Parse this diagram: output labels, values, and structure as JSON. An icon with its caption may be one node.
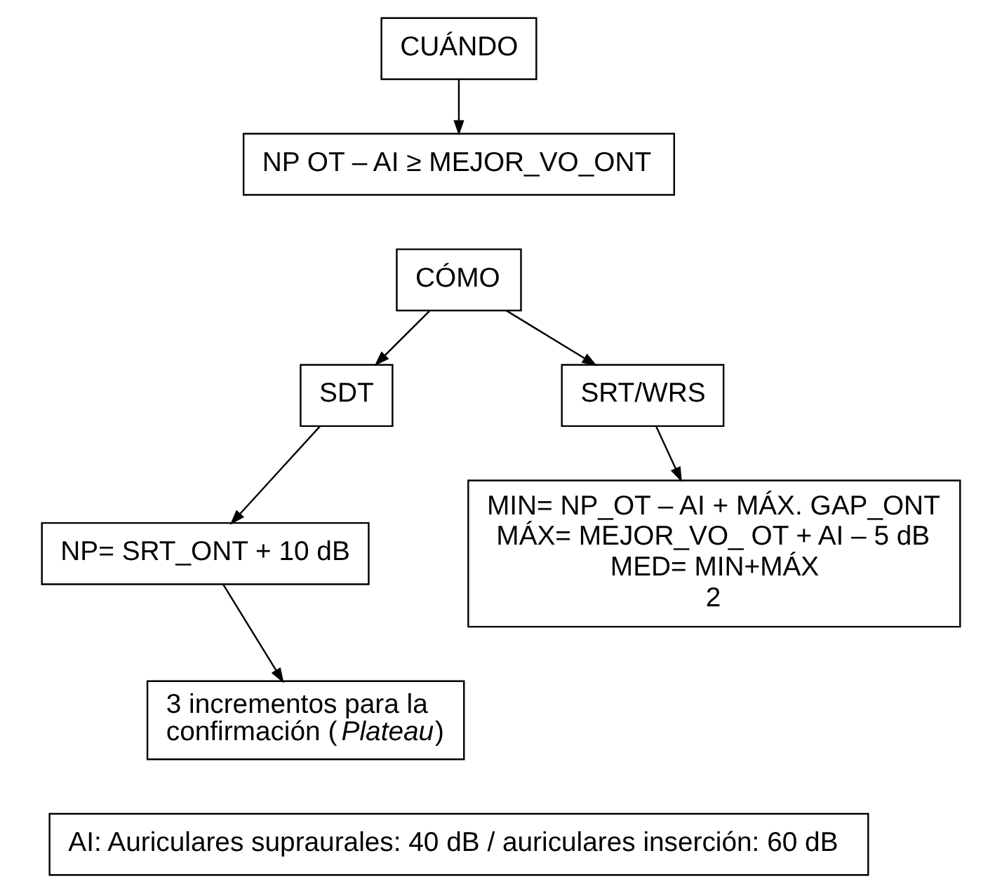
{
  "diagram": {
    "nodes": [
      {
        "text": [
          "CUÁNDO"
        ]
      },
      {
        "text": [
          "NP OT – AI ≥ MEJOR_VO_ONT"
        ]
      },
      {
        "text": [
          "CÓMO"
        ]
      },
      {
        "text": [
          "SDT"
        ]
      },
      {
        "text": [
          "SRT/WRS"
        ]
      },
      {
        "text": [
          "NP= SRT_ONT + 10 dB"
        ]
      },
      {
        "text": [
          "MIN= NP_OT – AI + MÁX. GAP_ONT",
          "MÁX= MEJOR_VO_ OT + AI – 5 dB",
          "MED= MIN+MÁX",
          "2"
        ]
      },
      {
        "text": [
          "3 incrementos para la confirmación (*Plateau*)"
        ]
      },
      {
        "text": [
          "AI: Auriculares supraurales: 40 dB / auriculares inserción: 60 dB"
        ]
      }
    ],
    "edges": [
      {
        "from": 0,
        "to": 1,
        "arrow": "to"
      },
      {
        "from": 2,
        "to": 3,
        "arrow": "to"
      },
      {
        "from": 2,
        "to": 4,
        "arrow": "to"
      },
      {
        "from": 3,
        "to": 5,
        "arrow": "to"
      },
      {
        "from": 4,
        "to": 6,
        "arrow": "to"
      },
      {
        "from": 5,
        "to": 7,
        "arrow": "to"
      }
    ]
  }
}
